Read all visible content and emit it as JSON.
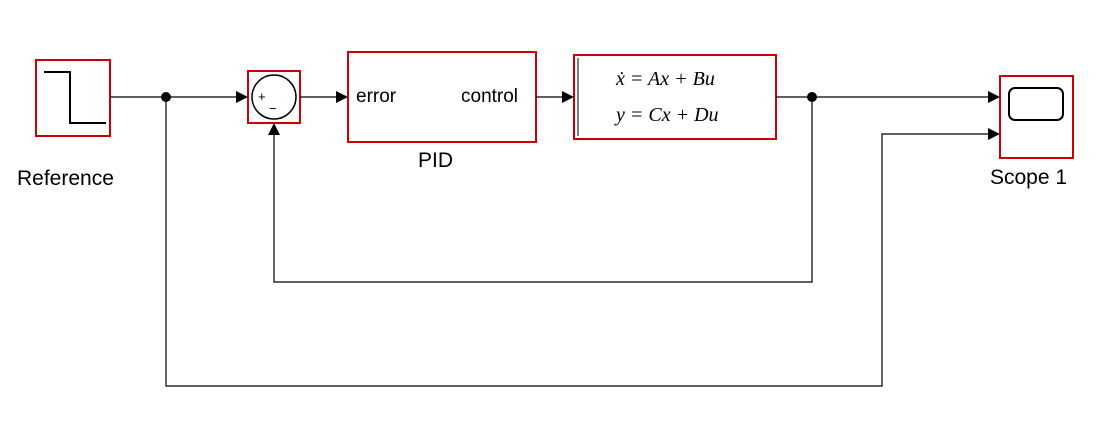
{
  "colors": {
    "block_border": "#cc0000",
    "line": "#000000",
    "background": "#ffffff"
  },
  "blocks": {
    "reference": {
      "label": "Reference",
      "icon": "step-signal-icon"
    },
    "sum": {
      "plus": "+",
      "minus": "−",
      "icon": "sum-circle-icon"
    },
    "pid": {
      "label": "PID",
      "input_port": "error",
      "output_port": "control"
    },
    "state_space": {
      "eq1": "ẋ = Ax + Bu",
      "eq2": "y = Cx + Du"
    },
    "scope": {
      "label": "Scope 1",
      "icon": "scope-screen-icon"
    }
  }
}
